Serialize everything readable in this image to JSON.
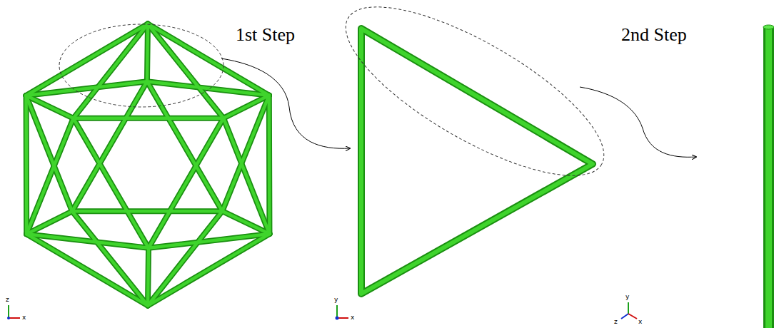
{
  "diagram": {
    "labels": [
      "1st Step",
      "2nd Step",
      "z",
      "x",
      "y",
      "x",
      "y",
      "z",
      "x"
    ]
  }
}
